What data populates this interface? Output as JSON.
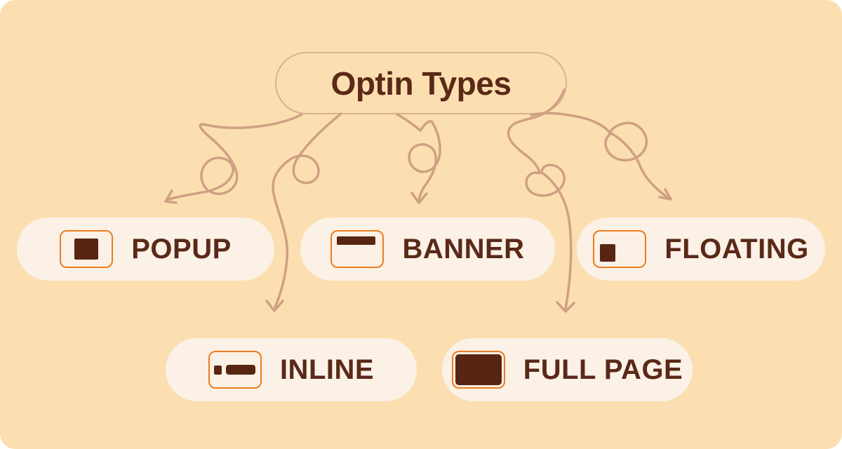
{
  "title": "Optin Types",
  "colors": {
    "page_bg": "#FFFFFF",
    "canvas_bg": "#FCDFB0",
    "pill_bg": "#FBF1E7",
    "text_brown": "#5A2917",
    "shape_brown": "#572511",
    "icon_orange": "#EE7C1E",
    "arrow_tan": "#CFA084",
    "title_border": "#D9B291"
  },
  "nodes": [
    {
      "id": "popup",
      "label": "POPUP",
      "icon": "popup-window-icon"
    },
    {
      "id": "banner",
      "label": "BANNER",
      "icon": "banner-bar-icon"
    },
    {
      "id": "floating",
      "label": "FLOATING",
      "icon": "floating-box-icon"
    },
    {
      "id": "inline",
      "label": "INLINE",
      "icon": "inline-content-icon"
    },
    {
      "id": "fullpage",
      "label": "FULL PAGE",
      "icon": "full-page-icon"
    }
  ],
  "edges": [
    {
      "from": "Optin Types",
      "to": "POPUP"
    },
    {
      "from": "Optin Types",
      "to": "BANNER"
    },
    {
      "from": "Optin Types",
      "to": "FLOATING"
    },
    {
      "from": "Optin Types",
      "to": "INLINE"
    },
    {
      "from": "Optin Types",
      "to": "FULL PAGE"
    }
  ]
}
